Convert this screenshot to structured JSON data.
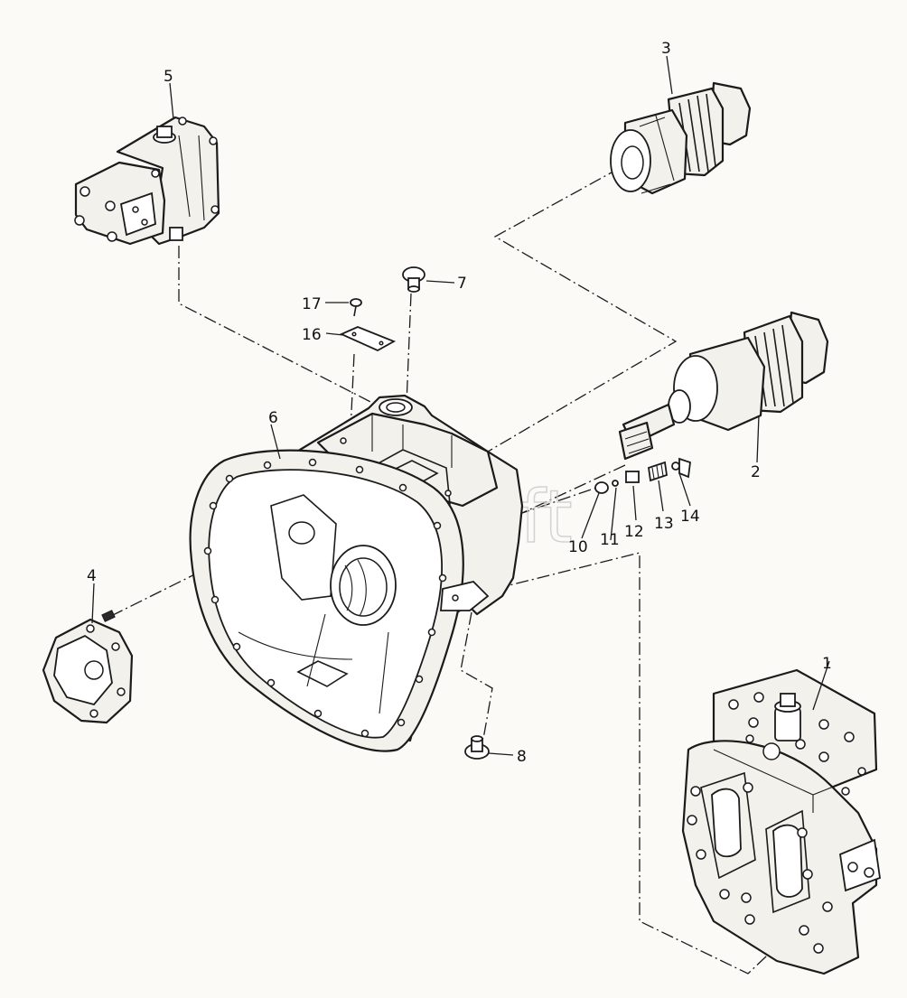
{
  "diagram": {
    "watermark": "AutoSoft",
    "callouts": {
      "c1": "1",
      "c2": "2",
      "c3": "3",
      "c4": "4",
      "c5": "5",
      "c6": "6",
      "c7": "7",
      "c8": "8",
      "c10": "10",
      "c11": "11",
      "c12": "12",
      "c13": "13",
      "c14": "14",
      "c16": "16",
      "c17": "17"
    }
  }
}
